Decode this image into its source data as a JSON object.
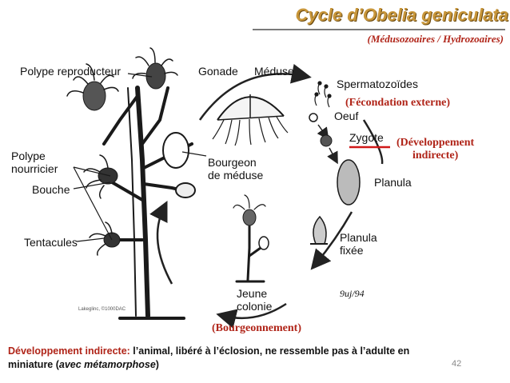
{
  "title": "Cycle d’Obelia geniculata",
  "subtitle": "(Médusozoaires / Hydrozoaires)",
  "labels": {
    "polype_reproducteur": "Polype reproducteur",
    "gonade": "Gonade",
    "meduse": "Méduse",
    "spermatozoides": "Spermatozoïdes",
    "oeuf": "Oeuf",
    "zygote": "Zygote",
    "polype": "Polype",
    "nourricier": "nourricier",
    "bourgeon": "Bourgeon",
    "de_meduse": "de méduse",
    "bouche": "Bouche",
    "planula": "Planula",
    "tentacules": "Tentacules",
    "planula2": "Planula",
    "fixee": "fixée",
    "jeune": "Jeune",
    "colonie": "colonie",
    "signature": "9uj/94",
    "credit": "Lakeglinc, ©1000DAC"
  },
  "annotations": {
    "fecondation": "(Fécondation externe)",
    "developpement_1": "(Développement",
    "developpement_2": "indirecte)",
    "bourgeonnement": "(Bourgeonnement)"
  },
  "footer": {
    "term": "Développement indirecte:",
    "text1": " l’animal, libéré à l’éclosion, ne ressemble pas à l’adulte en",
    "text2": "miniature (",
    "emph": "avec métamorphose",
    "text3": ")"
  },
  "page_number": "42",
  "colors": {
    "title": "#c8963a",
    "annotation": "#b02418",
    "underline": "#d01818"
  }
}
